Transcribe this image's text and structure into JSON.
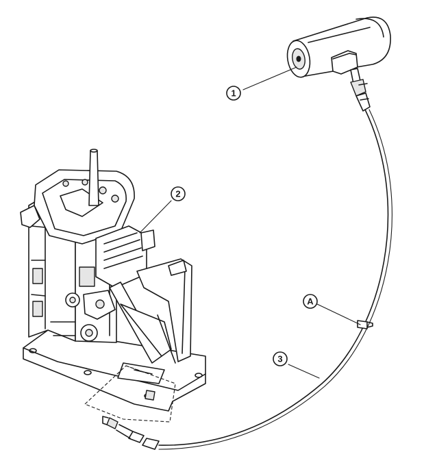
{
  "callouts": {
    "part_1": "1",
    "part_2": "2",
    "part_3": "3",
    "point_a": "A"
  },
  "colors": {
    "line": "#1a1a1a",
    "background": "#ffffff"
  }
}
